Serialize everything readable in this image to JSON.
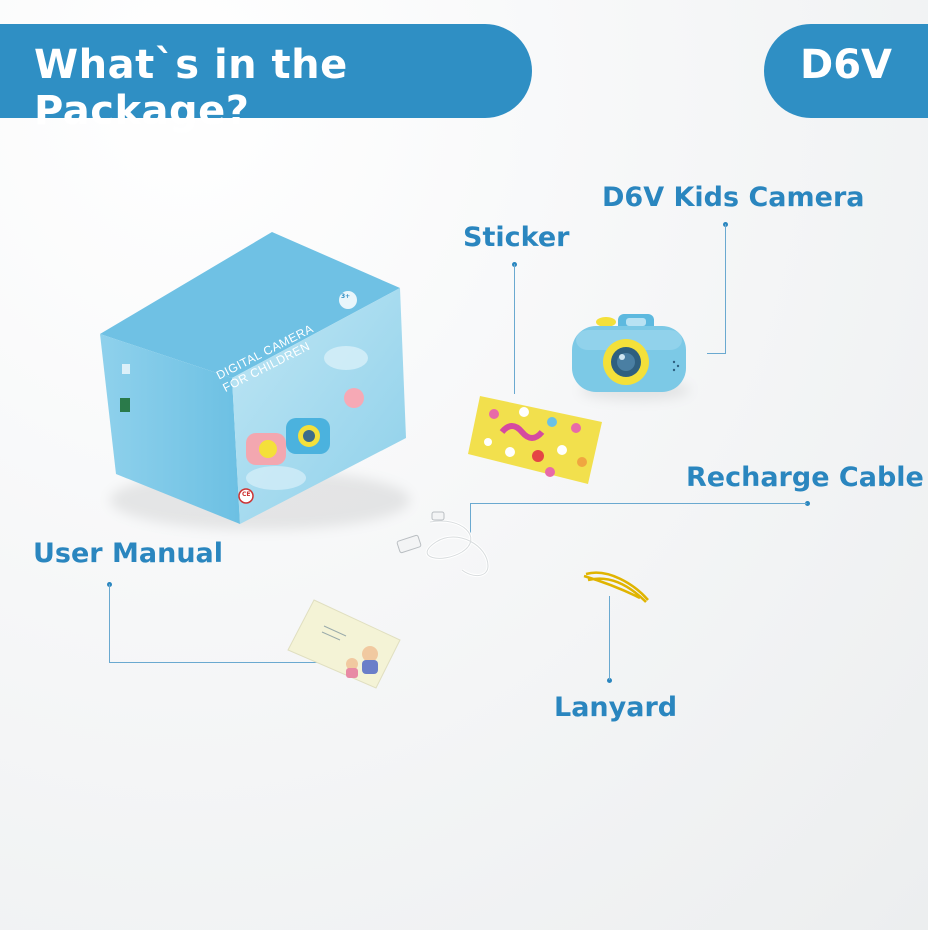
{
  "header": {
    "title": "What`s in the Package?",
    "model": "D6V"
  },
  "labels": {
    "camera": "D6V Kids Camera",
    "sticker": "Sticker",
    "cable": "Recharge Cable",
    "manual": "User Manual",
    "lanyard": "Lanyard"
  },
  "box": {
    "line1": "DIGITAL CAMERA",
    "line2": "FOR CHILDREN",
    "age": "3+",
    "ce": "CE"
  },
  "colors": {
    "brand_blue": "#2f8fc4",
    "label_blue": "#2a86bf",
    "camera_blue": "#7cc9e6",
    "lens_yellow": "#f4e03a",
    "sticker_yellow": "#f2e04d",
    "lanyard_yellow": "#e0b400"
  }
}
